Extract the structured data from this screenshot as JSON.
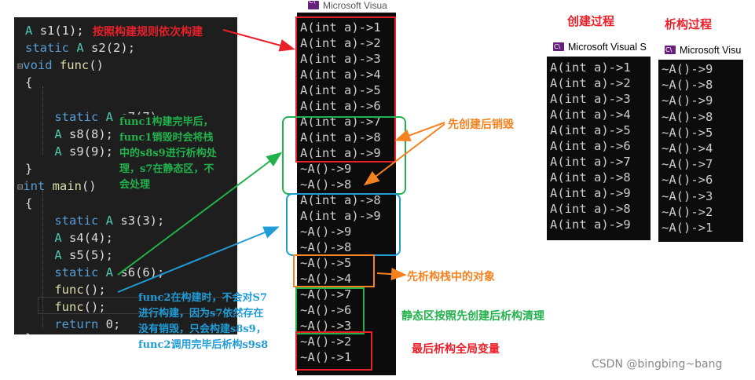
{
  "code": {
    "lines": [
      "A s1(1);",
      "static A s2(2);",
      "void func()",
      "{",
      "    static A s7(7);",
      "    A s8(8);",
      "    A s9(9);",
      "}",
      "int main()",
      "{",
      "    static A s3(3);",
      "    A s4(4);",
      "    A s5(5);",
      "    static A s6(6);",
      "    func();",
      "    func();",
      "    return 0;",
      "}"
    ]
  },
  "main_console": {
    "title": "Microsoft Visua",
    "lines": [
      "A(int a)->1",
      "A(int a)->2",
      "A(int a)->3",
      "A(int a)->4",
      "A(int a)->5",
      "A(int a)->6",
      "A(int a)->7",
      "A(int a)->8",
      "A(int a)->9",
      "~A()->9",
      "~A()->8",
      "A(int a)->8",
      "A(int a)->9",
      "~A()->9",
      "~A()->8",
      "~A()->5",
      "~A()->4",
      "~A()->7",
      "~A()->6",
      "~A()->3",
      "~A()->2",
      "~A()->1"
    ]
  },
  "create_console": {
    "heading": "创建过程",
    "title": "Microsoft Visual S",
    "lines": [
      "A(int a)->1",
      "A(int a)->2",
      "A(int a)->3",
      "A(int a)->4",
      "A(int a)->5",
      "A(int a)->6",
      "A(int a)->7",
      "A(int a)->8",
      "A(int a)->9",
      "A(int a)->8",
      "A(int a)->9"
    ]
  },
  "destroy_console": {
    "heading": "析构过程",
    "title": "Microsoft Visu",
    "lines": [
      "~A()->9",
      "~A()->8",
      "~A()->9",
      "~A()->8",
      "~A()->5",
      "~A()->4",
      "~A()->7",
      "~A()->6",
      "~A()->3",
      "~A()->2",
      "~A()->1"
    ]
  },
  "annotations": {
    "construct_order": "按照构建规则依次构建",
    "func1": [
      "func1构建完毕后，",
      "func1销毁时会将栈",
      "中的s8s9进行析构处",
      "理，s7在静态区，不",
      "会处理"
    ],
    "func2": [
      "func2在构建时，不会对S7",
      "进行构建，因为s7依然存在",
      "没有销毁，只会构建s8s9，",
      "func2调用完毕后析构s9s8"
    ],
    "create_then_destroy": "先创建后销毁",
    "stack_first": "先析构栈中的对象",
    "static_area": "静态区按照先创建后析构清理",
    "global_last": "最后析构全局变量"
  },
  "watermark": "CSDN @bingbing~bang",
  "colors": {
    "red": "#e8202a",
    "green": "#22b14c",
    "blue": "#1f9bd6",
    "orange": "#f58220"
  }
}
